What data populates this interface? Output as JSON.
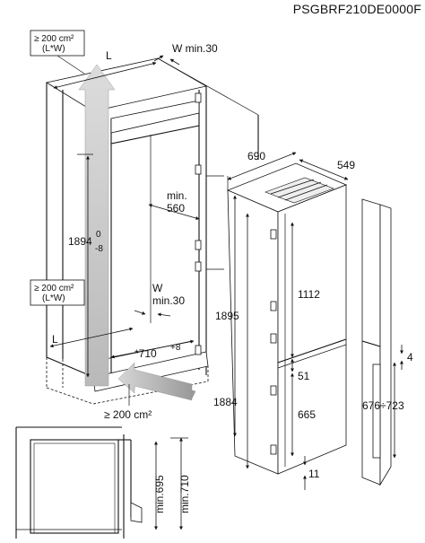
{
  "model_code": "PSGBRF210DE0000F",
  "labels": {
    "vent_top": "≥ 200 cm²",
    "vent_top_sub": "(L*W)",
    "vent_mid": "≥ 200 cm²",
    "vent_mid_sub": "(L*W)",
    "vent_bottom": "≥ 200 cm²",
    "L_top": "L",
    "L_bottom": "L",
    "W_top": "W min.30",
    "W_mid_a": "W",
    "W_mid_b": "min.30",
    "depth_min_a": "min.",
    "depth_min_b": "560",
    "height_niche": "1894",
    "height_niche_sup": "0",
    "height_niche_sub": "-8",
    "width_niche": "*710",
    "width_niche_sup": "+8",
    "d690": "690",
    "d549": "549",
    "d1895": "1895",
    "d1884": "1884",
    "d1112": "1112",
    "d51": "51",
    "d665": "665",
    "d11": "11",
    "d4": "4",
    "d676_723": "676÷723",
    "min695": "min.695",
    "min710": "min.710"
  },
  "icons": {
    "airflow_arrow": "airflow-arrow-icon",
    "hinge": "hinge-icon"
  }
}
